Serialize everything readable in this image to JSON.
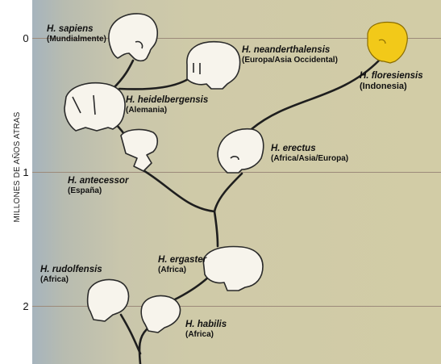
{
  "axis": {
    "title": "MILLONES DE AÑOS ATRAS",
    "ticks": [
      "0",
      "1",
      "2"
    ]
  },
  "species": [
    {
      "name": "H. sapiens",
      "region": "(Mundialmente)"
    },
    {
      "name": "H. neanderthalensis",
      "region": "(Europa/Asia Occidental)"
    },
    {
      "name": "H. floresiensis",
      "region": "(Indonesia)"
    },
    {
      "name": "H. heidelbergensis",
      "region": "(Alemania)"
    },
    {
      "name": "H. erectus",
      "region": "(Africa/Asia/Europa)"
    },
    {
      "name": "H. antecessor",
      "region": "(España)"
    },
    {
      "name": "H. ergaster",
      "region": "(Africa)"
    },
    {
      "name": "H. rudolfensis",
      "region": "(Africa)"
    },
    {
      "name": "H. habilis",
      "region": "(Africa)"
    }
  ],
  "colors": {
    "skull": "#f7f4ec",
    "skull_outline": "#2a2a2a",
    "highlight_skull": "#f2c919",
    "branch": "#1e1e1e"
  }
}
